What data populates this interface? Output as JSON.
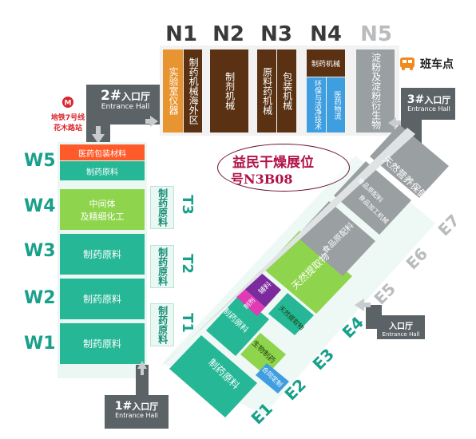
{
  "north": [
    {
      "code": "N1",
      "sub": [
        {
          "text": "实验室仪器",
          "color": "#e89430"
        },
        {
          "text": "制药机械海外区",
          "color": "#5a3213"
        }
      ]
    },
    {
      "code": "N2",
      "sub": [
        {
          "text": "制剂机械",
          "color": "#5a3213"
        }
      ]
    },
    {
      "code": "N3",
      "sub": [
        {
          "text": "原料药机械",
          "color": "#5a3213"
        },
        {
          "text": "包装机械",
          "color": "#5a3213"
        }
      ]
    },
    {
      "code": "N4",
      "top": "制药机械",
      "sub": [
        {
          "text": "环保与洁净技术",
          "color": "#3f9ee0"
        },
        {
          "text": "医药物流",
          "color": "#3f9ee0"
        }
      ]
    },
    {
      "code": "N5",
      "sub": [
        {
          "text": "淀粉及淀粉衍生物",
          "color": "#9a9fa2"
        }
      ]
    }
  ],
  "west": [
    {
      "code": "W5",
      "top": "医药包装材料",
      "bottom": "制药原料"
    },
    {
      "code": "W4",
      "line1": "中间体",
      "line2": "及精细化工"
    },
    {
      "code": "W3",
      "text": "制药原料"
    },
    {
      "code": "W2",
      "text": "制药原料"
    },
    {
      "code": "W1",
      "text": "制药原料"
    }
  ],
  "t_halls": [
    {
      "code": "T3",
      "text": "制药原料"
    },
    {
      "code": "T2",
      "text": "制药原料"
    },
    {
      "code": "T1",
      "text": "制药原料"
    }
  ],
  "east": [
    {
      "code": "E1",
      "text": "制药原料"
    },
    {
      "code": "E2",
      "top": "生物制药",
      "bottom": "合同定制"
    },
    {
      "code": "E3",
      "text": "制药原料"
    },
    {
      "code": "E4",
      "a": "辅料",
      "b": "制剂",
      "c": "天然提取物",
      "main": "天然提取物"
    },
    {
      "code": "E5",
      "text": "食品原配料"
    },
    {
      "code": "E6",
      "a": "食品原配料",
      "b": "食品加工机械"
    },
    {
      "code": "E7",
      "text": "天然营养保健品"
    }
  ],
  "entrances": [
    {
      "num": "1",
      "cn": "入口厅",
      "en": "Entrance Hall"
    },
    {
      "num": "2",
      "cn": "入口厅",
      "en": "Entrance Hall"
    },
    {
      "num": "3",
      "cn": "入口厅",
      "en": "Entrance Hall"
    },
    {
      "cn": "入口厅",
      "en": "Entrance Hall"
    }
  ],
  "metro": {
    "line1": "地铁7号线",
    "line2": "花木路站"
  },
  "shuttle": {
    "label": "班车点",
    "icon": "bus-icon"
  },
  "booth": {
    "line1": "益民干燥展位",
    "line2": "号N3B08"
  },
  "colors": {
    "teal": "#25b796",
    "teal_dark": "#19a08a",
    "orange": "#e89430",
    "brown": "#5a3213",
    "blue": "#3f9ee0",
    "grey": "#9a9fa2",
    "green": "#8fd44d",
    "purple": "#7b2b9e",
    "pink": "#e03ab5",
    "red_orange": "#ff5a2a",
    "dark": "#5c6366"
  }
}
